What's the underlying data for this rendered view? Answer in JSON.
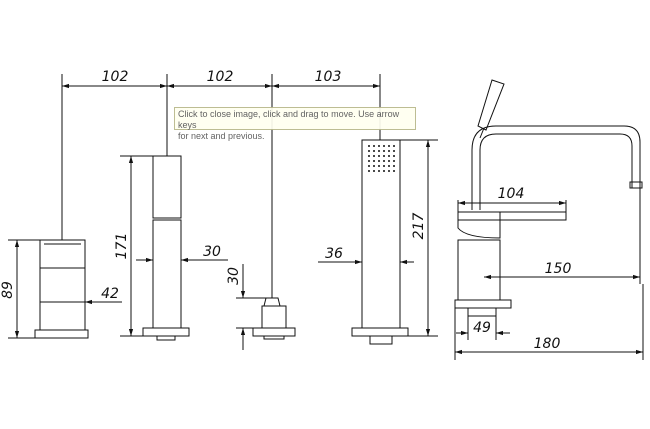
{
  "tooltip": {
    "line1": "Click to close image, click and drag to move. Use arrow keys",
    "line2": "for next and previous."
  },
  "dimensions": {
    "top_span_1": "102",
    "top_span_2": "102",
    "top_span_3": "103",
    "base_height": "89",
    "base_width": "42",
    "column_height": "171",
    "column_width": "30",
    "knob_height": "30",
    "shower_width": "36",
    "shower_height": "217",
    "spout_reach_inner": "104",
    "spout_reach": "150",
    "body_width": "49",
    "overall_width": "180"
  }
}
